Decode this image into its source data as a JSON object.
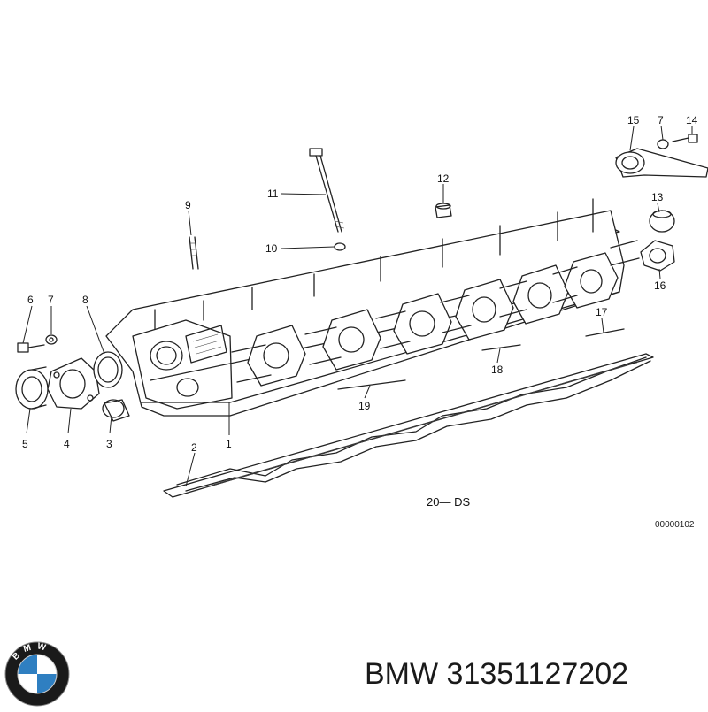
{
  "diagram": {
    "reference_code": "00000102",
    "ds_label": "20— DS",
    "callouts": [
      "1",
      "2",
      "3",
      "4",
      "5",
      "6",
      "7",
      "8",
      "9",
      "10",
      "11",
      "12",
      "13",
      "14",
      "15",
      "16",
      "17",
      "18",
      "19",
      "7"
    ]
  },
  "footer": {
    "brand_logo": "bmw-roundel-logo",
    "brand_logo_letters": "BMW",
    "part_number_text": "BMW 31351127202"
  },
  "colors": {
    "line": "#222222",
    "logo_blue": "#2f7fc1",
    "logo_ring": "#1a1a1a"
  }
}
